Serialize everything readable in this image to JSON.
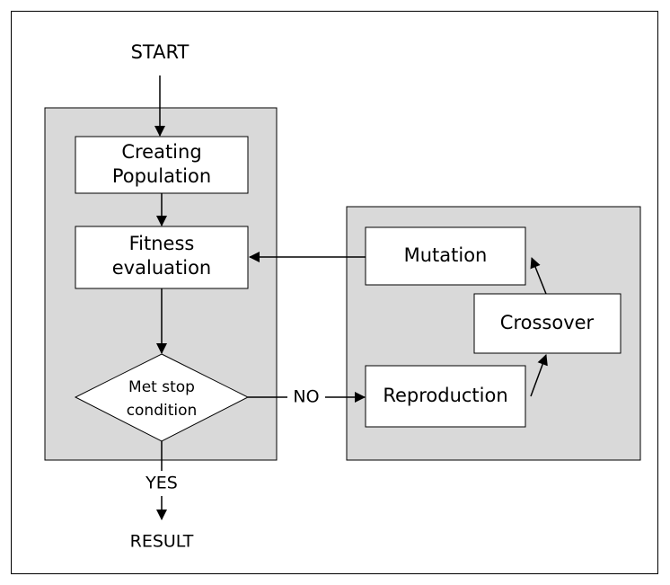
{
  "labels": {
    "start": "START",
    "creating_line1": "Creating",
    "creating_line2": "Population",
    "fitness_line1": "Fitness",
    "fitness_line2": "evaluation",
    "decision_line1": "Met stop",
    "decision_line2": "condition",
    "no": "NO",
    "yes": "YES",
    "result": "RESULT",
    "mutation": "Mutation",
    "crossover": "Crossover",
    "reproduction": "Reproduction"
  },
  "colors": {
    "panel_fill": "#d9d9d9",
    "box_fill": "#ffffff",
    "stroke": "#000000"
  }
}
